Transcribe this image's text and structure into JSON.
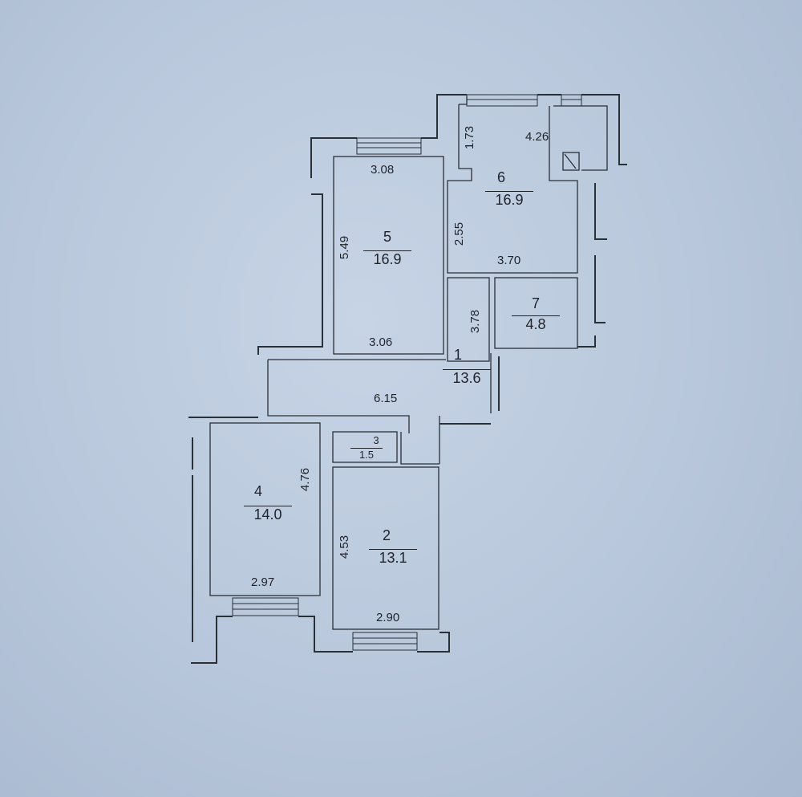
{
  "plan": {
    "rooms": [
      {
        "number": "1",
        "area": "13.6",
        "dims": [
          "3.78",
          "6.15"
        ]
      },
      {
        "number": "2",
        "area": "13.1",
        "dims": [
          "4.53",
          "2.90"
        ]
      },
      {
        "number": "3",
        "area": "1.5",
        "dims": []
      },
      {
        "number": "4",
        "area": "14.0",
        "dims": [
          "4.76",
          "2.97"
        ]
      },
      {
        "number": "5",
        "area": "16.9",
        "dims": [
          "3.08",
          "5.49",
          "3.06"
        ]
      },
      {
        "number": "6",
        "area": "16.9",
        "dims": [
          "1.73",
          "4.26",
          "2.55",
          "3.70"
        ]
      },
      {
        "number": "7",
        "area": "4.8",
        "dims": []
      }
    ]
  }
}
